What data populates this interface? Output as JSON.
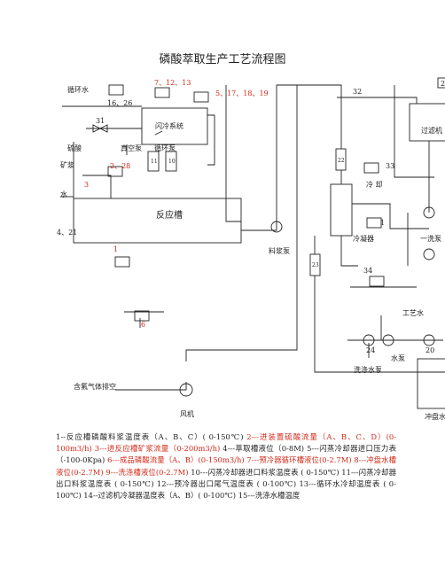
{
  "title": "磷酸萃取生产工艺流程图",
  "labels": {
    "cooling_water": "循环水",
    "tags_16_26": "16、26",
    "tags_7_12_13": "7、12、13",
    "tags_5_17_18_19": "5、17、18、19",
    "flash_system": "闪冷系统",
    "n31": "31",
    "sulfuric_acid": "硫酸",
    "vacuum_pump": "真空泵",
    "circulation_pump": "循环泵",
    "n11": "11",
    "n10": "10",
    "ore_slurry": "矿浆",
    "tags_2_28": "2、28",
    "n3": "3",
    "water": "水",
    "reactor": "反应槽",
    "tags_4_21": "4、21",
    "n1": "1",
    "n6": "6",
    "slurry_pump": "料浆泵",
    "n32": "32",
    "n2_right": "2",
    "filter": "过滤机",
    "n22": "22",
    "n33": "33",
    "cooling": "冷 却",
    "condenser": "冷凝器",
    "n1_right": "1",
    "first_wash": "一洗泵",
    "n23": "23",
    "n34": "34",
    "process_water": "工艺水",
    "n24": "24",
    "n20": "20",
    "water_pump": "水泵",
    "wash_tank": "洗涤水泵",
    "fluorine_exhaust": "含氟气体排空",
    "fan": "风机",
    "wash_tank2": "冲盘水"
  },
  "legend": [
    {
      "text": "1--反应槽磷酸料浆温度表（A、B、C）( 0-150℃)",
      "red": false
    },
    {
      "text": "2---进装置硫酸流量（A、B、C、D）(0-100m3/h)",
      "red": true
    },
    {
      "text": "3---进反应槽矿浆流量（0-200m3/h)",
      "red": true
    },
    {
      "text": "4---萃取槽液位（0-8M)",
      "red": false
    },
    {
      "text": "5---闪蒸冷却器进口压力表（-100-0Kpa)",
      "red": false
    },
    {
      "text": "6---成品磷酸流量（A、B）(0-150m3/h)",
      "red": true
    },
    {
      "text": "7---预冷器循环槽液位(0-2.7M)",
      "red": true
    },
    {
      "text": "8---冲盘水槽液位(0-2.7M)",
      "red": true
    },
    {
      "text": "9---洗涤槽液位(0-2.7M)",
      "red": true
    },
    {
      "text": "10---闪蒸冷却器进口料浆温度表 ( 0-150℃)",
      "red": false
    },
    {
      "text": "11---闪蒸冷却器出口料浆温度表 ( 0-150℃)",
      "red": false
    },
    {
      "text": "12---预冷器出口尾气温度表 ( 0-100℃)",
      "red": false
    },
    {
      "text": "13---循环水冷却温度表 ( 0-100℃)",
      "red": false
    },
    {
      "text": "14--过滤机冷凝器温度表（A、B）( 0-100℃)",
      "red": false
    },
    {
      "text": "15---洗涤水槽温度",
      "red": false
    }
  ]
}
